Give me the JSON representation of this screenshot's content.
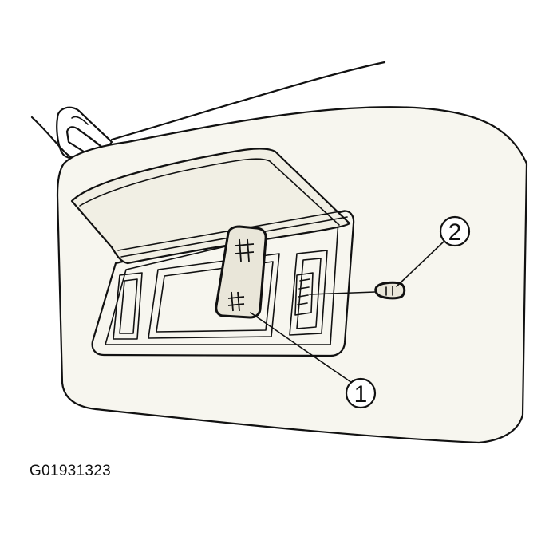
{
  "diagram": {
    "figure_id": "G01931323",
    "callouts": [
      {
        "number": "1"
      },
      {
        "number": "2"
      }
    ]
  }
}
